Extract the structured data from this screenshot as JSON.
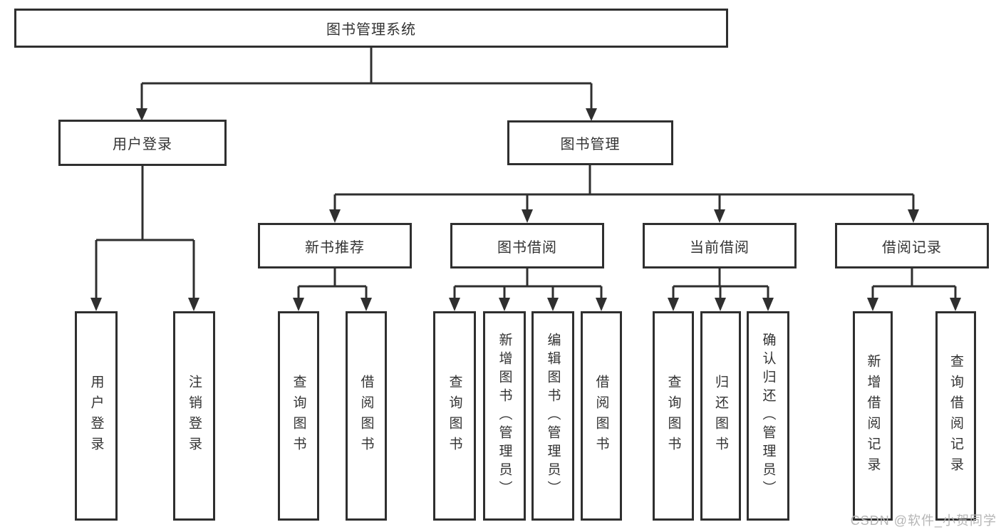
{
  "diagram": {
    "title": "图书管理系统",
    "root": {
      "label": "图书管理系统"
    },
    "level1": [
      {
        "id": "user-login",
        "label": "用户登录"
      },
      {
        "id": "book-management",
        "label": "图书管理"
      }
    ],
    "level2": [
      {
        "id": "new-book-recommend",
        "label": "新书推荐"
      },
      {
        "id": "book-borrow",
        "label": "图书借阅"
      },
      {
        "id": "current-borrow",
        "label": "当前借阅"
      },
      {
        "id": "borrow-records",
        "label": "借阅记录"
      }
    ],
    "leaves": {
      "user_login": [
        "用户登录",
        "注销登录"
      ],
      "new_book": [
        "查询图书",
        "借阅图书"
      ],
      "borrow": [
        "查询图书",
        "新增图书（管理员）",
        "编辑图书（管理员）",
        "借阅图书"
      ],
      "current": [
        "查询图书",
        "归还图书",
        "确认归还（管理员）"
      ],
      "records": [
        "新增借阅记录",
        "查询借阅记录"
      ]
    },
    "watermark": "CSDN @软件_小贺同学",
    "colors": {
      "line": "#2f2f2f",
      "text": "#333333",
      "box_background": "#ffffff",
      "watermark": "#b5b5b5"
    }
  }
}
